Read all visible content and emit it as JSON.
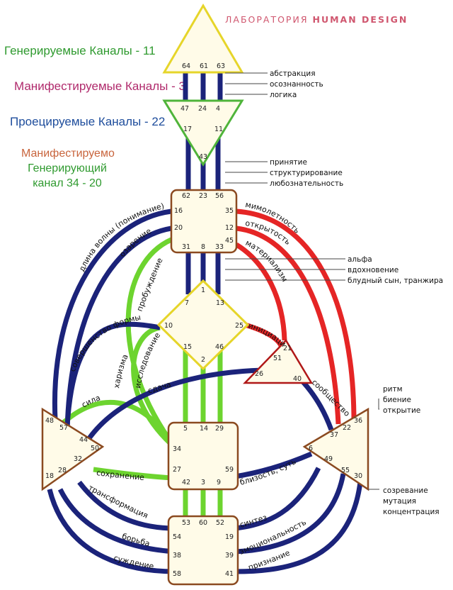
{
  "header": {
    "brand_lab": "ЛАБОРАТОРИЯ",
    "brand_hd": "HUMAN DESIGN"
  },
  "legend": {
    "generated": "Генерируемые Каналы - 11",
    "manifested": "Манифестируемые Каналы - 3",
    "projected": "Проецируемые Каналы - 22",
    "mg_line1": "Манифестируемо",
    "mg_line2": "Генерирующий",
    "mg_line3": "канал 34 - 20"
  },
  "colors": {
    "generated": "#6dd42f",
    "manifested": "#e52525",
    "projected": "#1b237a",
    "center_fill": "#fffbe8",
    "center_stroke": "#8b4a20"
  },
  "channels": {
    "abstraction": "абстракция",
    "awareness": "осознанность",
    "logic": "логика",
    "acceptance": "принятие",
    "structuring": "структурирование",
    "curiosity": "любознательность",
    "alpha": "альфа",
    "inspiration": "вдохновение",
    "prodigal": "блудный сын, транжира",
    "rhythm": "ритм",
    "beat": "биение",
    "opening": "открытие",
    "maturation": "созревание",
    "mutation": "мутация",
    "concentration": "концентрация",
    "wavelength": "длина волны (понимание)",
    "insight": "озарение",
    "awakening": "пробуждение",
    "perfected_form": "совершенство формы",
    "charisma": "харизма",
    "exploration": "исследование",
    "power": "сила",
    "surrender": "сдача",
    "preservation": "сохранение",
    "transformation": "трансформация",
    "struggle": "борьба",
    "judgment": "суждение",
    "transitoriness": "мимолетность",
    "openness": "открытость",
    "materialism": "материализм",
    "initiation": "инициация",
    "community": "сообщество",
    "intimacy": "близость, суть",
    "synthesis": "синтез",
    "emotionality": "эмоциональность",
    "recognition": "признание"
  },
  "gates": {
    "g64": "64",
    "g61": "61",
    "g63": "63",
    "g47": "47",
    "g24": "24",
    "g4": "4",
    "g17": "17",
    "g11": "11",
    "g43": "43",
    "g62": "62",
    "g23": "23",
    "g56": "56",
    "g16": "16",
    "g35": "35",
    "g20": "20",
    "g12": "12",
    "g45": "45",
    "g31": "31",
    "g8": "8",
    "g33": "33",
    "g1": "1",
    "g7": "7",
    "g13": "13",
    "g10": "10",
    "g25": "25",
    "g15": "15",
    "g2": "2",
    "g46": "46",
    "g21": "21",
    "g51": "51",
    "g26": "26",
    "g40": "40",
    "g48": "48",
    "g57": "57",
    "g44": "44",
    "g50": "50",
    "g32": "32",
    "g18": "18",
    "g28": "28",
    "g5": "5",
    "g14": "14",
    "g29": "29",
    "g34": "34",
    "g27": "27",
    "g59": "59",
    "g42": "42",
    "g3": "3",
    "g9": "9",
    "g36": "36",
    "g22": "22",
    "g37": "37",
    "g6": "6",
    "g49": "49",
    "g55": "55",
    "g30": "30",
    "g53": "53",
    "g60": "60",
    "g52": "52",
    "g54": "54",
    "g19": "19",
    "g38": "38",
    "g39": "39",
    "g58": "58",
    "g41": "41"
  }
}
